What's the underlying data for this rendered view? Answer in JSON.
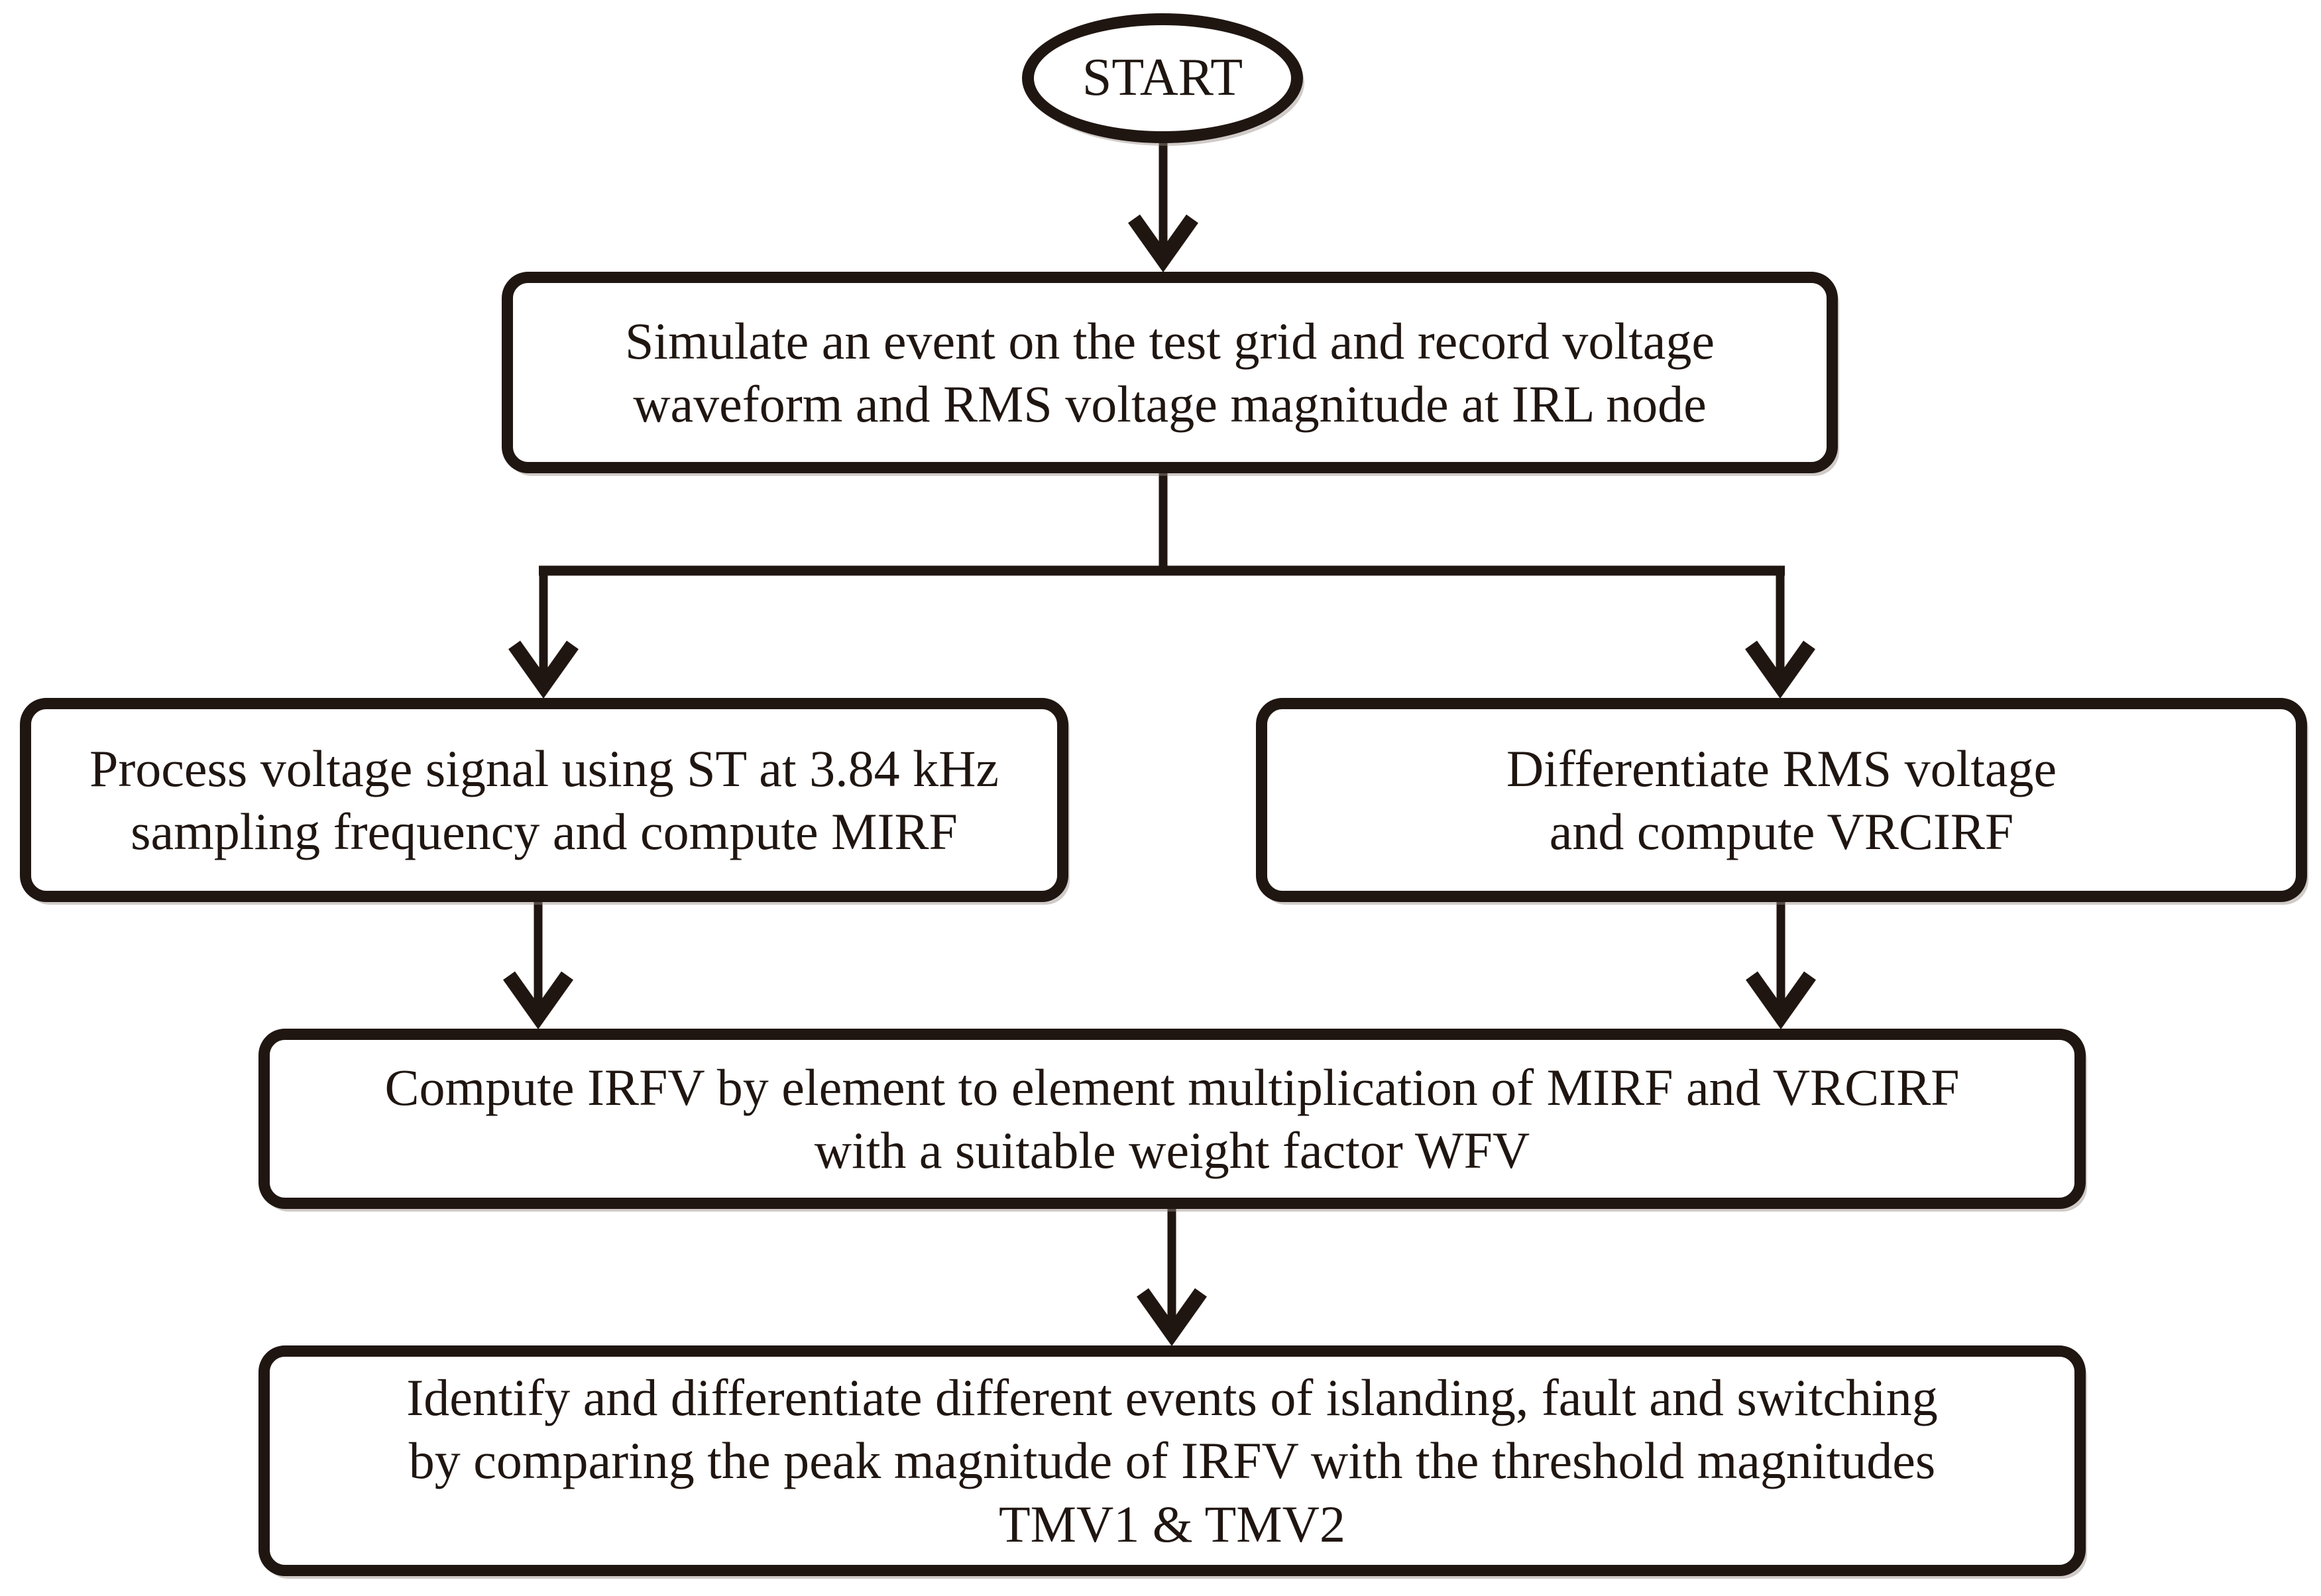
{
  "diagram": {
    "type": "flowchart",
    "background_color": "#ffffff",
    "ink_color": "#201611",
    "nodes": {
      "start": {
        "shape": "oval",
        "label": "START"
      },
      "simulate_event": {
        "shape": "rounded-rect",
        "label": "Simulate an event on the test grid and record voltage\nwaveform and RMS voltage magnitude at IRL node"
      },
      "process_voltage": {
        "shape": "rounded-rect",
        "label": "Process voltage signal using ST at 3.84 kHz\nsampling frequency and compute MIRF"
      },
      "differentiate_rms": {
        "shape": "rounded-rect",
        "label": "Differentiate RMS voltage\nand compute VRCIRF"
      },
      "compute_irfv": {
        "shape": "rounded-rect",
        "label": "Compute IRFV by element to element multiplication of MIRF and VRCIRF\nwith a suitable weight factor WFV"
      },
      "identify_events": {
        "shape": "rounded-rect",
        "label": "Identify and differentiate different events of islanding, fault and switching\nby comparing the peak magnitude of IRFV with the threshold magnitudes\nTMV1 & TMV2"
      }
    },
    "edges": [
      {
        "from": "start",
        "to": "simulate_event"
      },
      {
        "from": "simulate_event",
        "to": "process_voltage"
      },
      {
        "from": "simulate_event",
        "to": "differentiate_rms"
      },
      {
        "from": "process_voltage",
        "to": "compute_irfv"
      },
      {
        "from": "differentiate_rms",
        "to": "compute_irfv"
      },
      {
        "from": "compute_irfv",
        "to": "identify_events"
      }
    ]
  }
}
